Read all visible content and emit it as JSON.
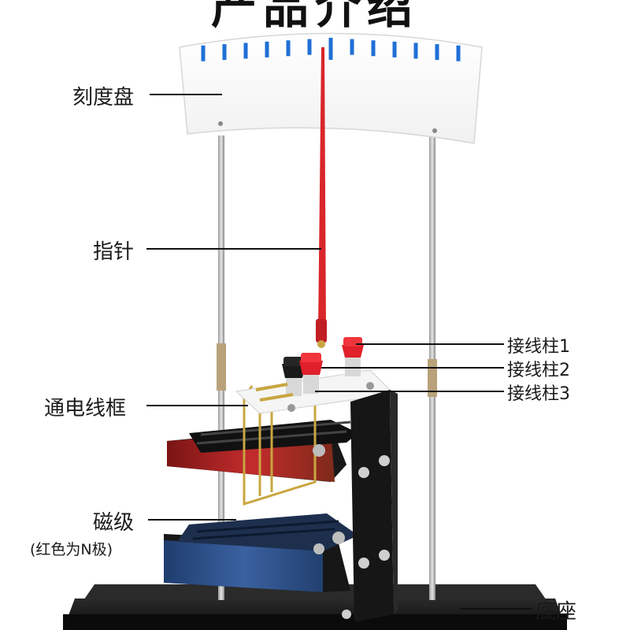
{
  "title": "产品介绍",
  "labels": {
    "dial": "刻度盘",
    "pointer": "指针",
    "terminal_1": "接线柱1",
    "terminal_2": "接线柱2",
    "terminal_3": "接线柱3",
    "coil_frame": "通电线框",
    "magnet": "磁级",
    "magnet_note": "(红色为N极)",
    "base": "底座"
  },
  "colors": {
    "dial_tick": "#1f6fd6",
    "pointer": "#d9262b",
    "magnet_north": "#b3262a",
    "magnet_south": "#2b4f86",
    "base": "#1b1b1b",
    "bracket": "#161616",
    "frame_wire": "#c9a640",
    "terminal_red": "#e0202a",
    "terminal_black": "#1a1a1a"
  }
}
